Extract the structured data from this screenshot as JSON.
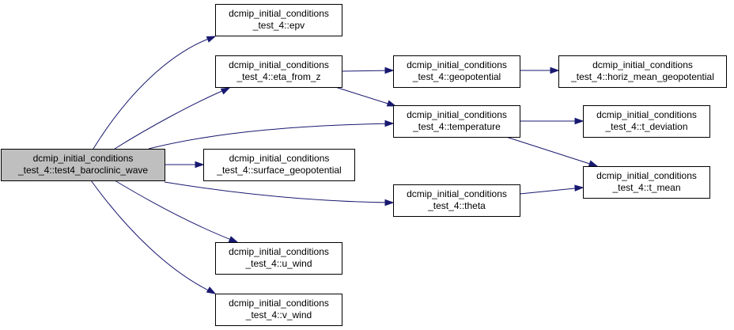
{
  "colors": {
    "edge": "#191970",
    "root_fill": "#bfbfbf",
    "node_fill": "#ffffff",
    "node_border": "#000000"
  },
  "nodes": [
    {
      "id": "test4_baroclinic_wave",
      "lines": [
        "dcmip_initial_conditions",
        "_test_4::test4_baroclinic_wave"
      ],
      "root": true
    },
    {
      "id": "epv",
      "lines": [
        "dcmip_initial_conditions",
        "_test_4::epv"
      ]
    },
    {
      "id": "eta_from_z",
      "lines": [
        "dcmip_initial_conditions",
        "_test_4::eta_from_z"
      ]
    },
    {
      "id": "surface_geopotential",
      "lines": [
        "dcmip_initial_conditions",
        "_test_4::surface_geopotential"
      ]
    },
    {
      "id": "u_wind",
      "lines": [
        "dcmip_initial_conditions",
        "_test_4::u_wind"
      ]
    },
    {
      "id": "v_wind",
      "lines": [
        "dcmip_initial_conditions",
        "_test_4::v_wind"
      ]
    },
    {
      "id": "geopotential",
      "lines": [
        "dcmip_initial_conditions",
        "_test_4::geopotential"
      ]
    },
    {
      "id": "temperature",
      "lines": [
        "dcmip_initial_conditions",
        "_test_4::temperature"
      ]
    },
    {
      "id": "theta",
      "lines": [
        "dcmip_initial_conditions",
        "_test_4::theta"
      ]
    },
    {
      "id": "horiz_mean_geopotential",
      "lines": [
        "dcmip_initial_conditions",
        "_test_4::horiz_mean_geopotential"
      ]
    },
    {
      "id": "t_deviation",
      "lines": [
        "dcmip_initial_conditions",
        "_test_4::t_deviation"
      ]
    },
    {
      "id": "t_mean",
      "lines": [
        "dcmip_initial_conditions",
        "_test_4::t_mean"
      ]
    }
  ],
  "edges": [
    {
      "from": "test4_baroclinic_wave",
      "to": "epv"
    },
    {
      "from": "test4_baroclinic_wave",
      "to": "eta_from_z"
    },
    {
      "from": "test4_baroclinic_wave",
      "to": "temperature"
    },
    {
      "from": "test4_baroclinic_wave",
      "to": "surface_geopotential"
    },
    {
      "from": "test4_baroclinic_wave",
      "to": "theta"
    },
    {
      "from": "test4_baroclinic_wave",
      "to": "u_wind"
    },
    {
      "from": "test4_baroclinic_wave",
      "to": "v_wind"
    },
    {
      "from": "eta_from_z",
      "to": "geopotential"
    },
    {
      "from": "eta_from_z",
      "to": "temperature"
    },
    {
      "from": "geopotential",
      "to": "horiz_mean_geopotential"
    },
    {
      "from": "temperature",
      "to": "t_deviation"
    },
    {
      "from": "temperature",
      "to": "t_mean"
    },
    {
      "from": "theta",
      "to": "t_mean"
    }
  ]
}
